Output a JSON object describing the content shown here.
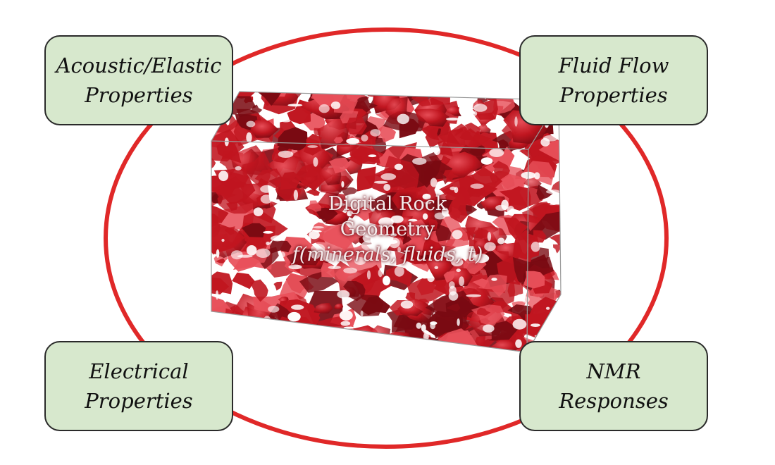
{
  "diagram": {
    "center": {
      "line1": "Digital Rock",
      "line2": "Geometry",
      "line3": "f(minerals, fluids, t)"
    },
    "boxes": {
      "acoustic": {
        "line1": "Acoustic/Elastic",
        "line2": "Properties"
      },
      "fluid": {
        "line1": "Fluid Flow",
        "line2": "Properties"
      },
      "electric": {
        "line1": "Electrical",
        "line2": "Properties"
      },
      "nmr": {
        "line1": "NMR",
        "line2": "Responses"
      }
    },
    "colors": {
      "ring": "#e02828",
      "box_fill": "#d7e8cd",
      "box_border": "#2a2a2a",
      "rock_red": "#c0151f",
      "rock_dark": "#7a0a12",
      "rock_highlight": "#e8505a"
    }
  }
}
